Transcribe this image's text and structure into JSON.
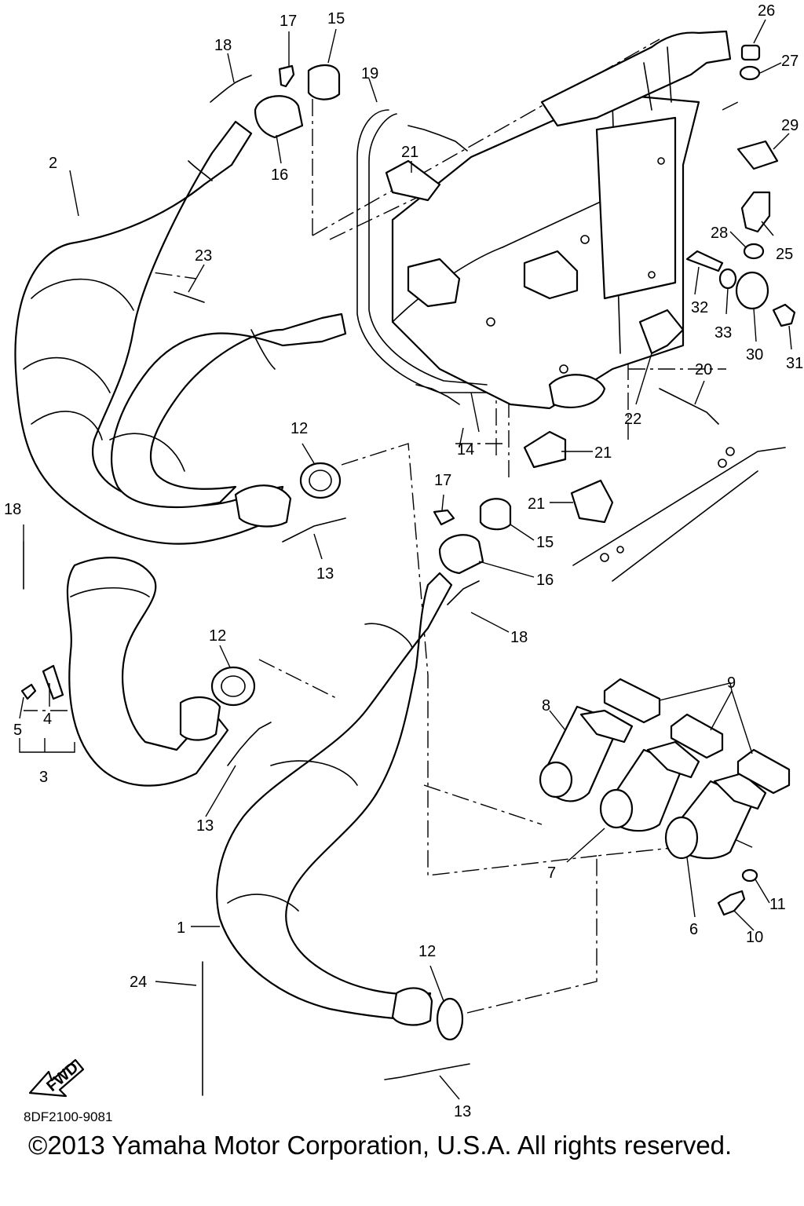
{
  "diagram_code": "8DF2100-9081",
  "copyright": "©2013 Yamaha Motor Corporation, U.S.A. All rights reserved.",
  "fwd_label": "FWD",
  "callouts": [
    {
      "id": "c1",
      "text": "1"
    },
    {
      "id": "c2",
      "text": "2"
    },
    {
      "id": "c3",
      "text": "3"
    },
    {
      "id": "c4",
      "text": "4"
    },
    {
      "id": "c5",
      "text": "5"
    },
    {
      "id": "c6",
      "text": "6"
    },
    {
      "id": "c7",
      "text": "7"
    },
    {
      "id": "c8",
      "text": "8"
    },
    {
      "id": "c9",
      "text": "9"
    },
    {
      "id": "c10",
      "text": "10"
    },
    {
      "id": "c11",
      "text": "11"
    },
    {
      "id": "c12a",
      "text": "12"
    },
    {
      "id": "c12b",
      "text": "12"
    },
    {
      "id": "c12c",
      "text": "12"
    },
    {
      "id": "c13a",
      "text": "13"
    },
    {
      "id": "c13b",
      "text": "13"
    },
    {
      "id": "c13c",
      "text": "13"
    },
    {
      "id": "c14",
      "text": "14"
    },
    {
      "id": "c15a",
      "text": "15"
    },
    {
      "id": "c15b",
      "text": "15"
    },
    {
      "id": "c16a",
      "text": "16"
    },
    {
      "id": "c16b",
      "text": "16"
    },
    {
      "id": "c17a",
      "text": "17"
    },
    {
      "id": "c17b",
      "text": "17"
    },
    {
      "id": "c18a",
      "text": "18"
    },
    {
      "id": "c18b",
      "text": "18"
    },
    {
      "id": "c18c",
      "text": "18"
    },
    {
      "id": "c19",
      "text": "19"
    },
    {
      "id": "c20",
      "text": "20"
    },
    {
      "id": "c21a",
      "text": "21"
    },
    {
      "id": "c21b",
      "text": "21"
    },
    {
      "id": "c21c",
      "text": "21"
    },
    {
      "id": "c22",
      "text": "22"
    },
    {
      "id": "c23",
      "text": "23"
    },
    {
      "id": "c24",
      "text": "24"
    },
    {
      "id": "c25",
      "text": "25"
    },
    {
      "id": "c26",
      "text": "26"
    },
    {
      "id": "c27",
      "text": "27"
    },
    {
      "id": "c28",
      "text": "28"
    },
    {
      "id": "c29",
      "text": "29"
    },
    {
      "id": "c30",
      "text": "30"
    },
    {
      "id": "c31",
      "text": "31"
    },
    {
      "id": "c32",
      "text": "32"
    },
    {
      "id": "c33",
      "text": "33"
    }
  ]
}
